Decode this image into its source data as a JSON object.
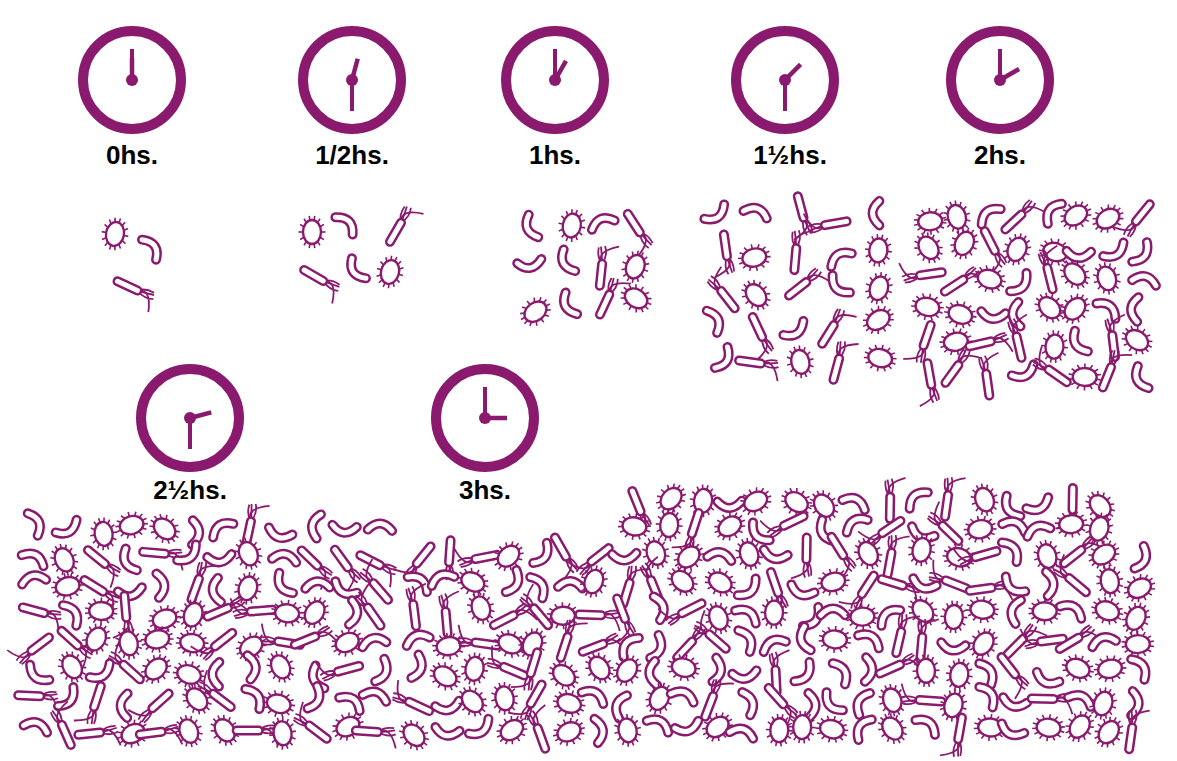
{
  "diagram": {
    "labels": [
      "0hs.",
      "1/2hs.",
      "1hs.",
      "1½hs.",
      "2hs.",
      "2½hs.",
      "3hs."
    ]
  }
}
